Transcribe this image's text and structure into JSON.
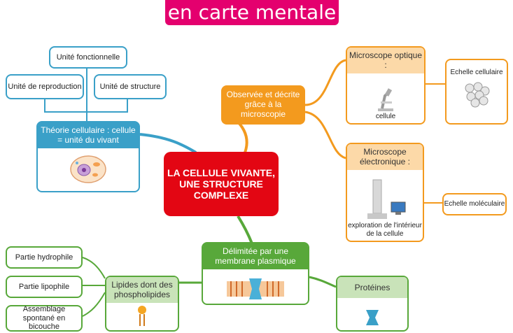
{
  "title": "en carte mentale",
  "center": "LA CELLULE VIVANTE, UNE STRUCTURE COMPLEXE",
  "theory": {
    "header": "Théorie cellulaire : cellule = unité du vivant",
    "unite_fonctionnelle": "Unité fonctionnelle",
    "unite_reproduction": "Unité de reproduction",
    "unite_structure": "Unité de structure"
  },
  "observed": "Observée et décrite grâce à la microscopie",
  "optical": {
    "header": "Microscope optique :",
    "caption": "cellule",
    "scale": "Echelle cellulaire"
  },
  "electronic": {
    "header": "Microscope électronique :",
    "caption": "exploration de l'intérieur de la cellule",
    "scale": "Echelle moléculaire"
  },
  "membrane": {
    "header": "Délimitée par une membrane plasmique"
  },
  "lipids": {
    "header": "Lipides dont des phospholipides",
    "hydrophile": "Partie hydrophile",
    "lipophile": "Partie lipophile",
    "assemblage": "Assemblage spontané en bicouche"
  },
  "proteins": {
    "header": "Protéines"
  }
}
